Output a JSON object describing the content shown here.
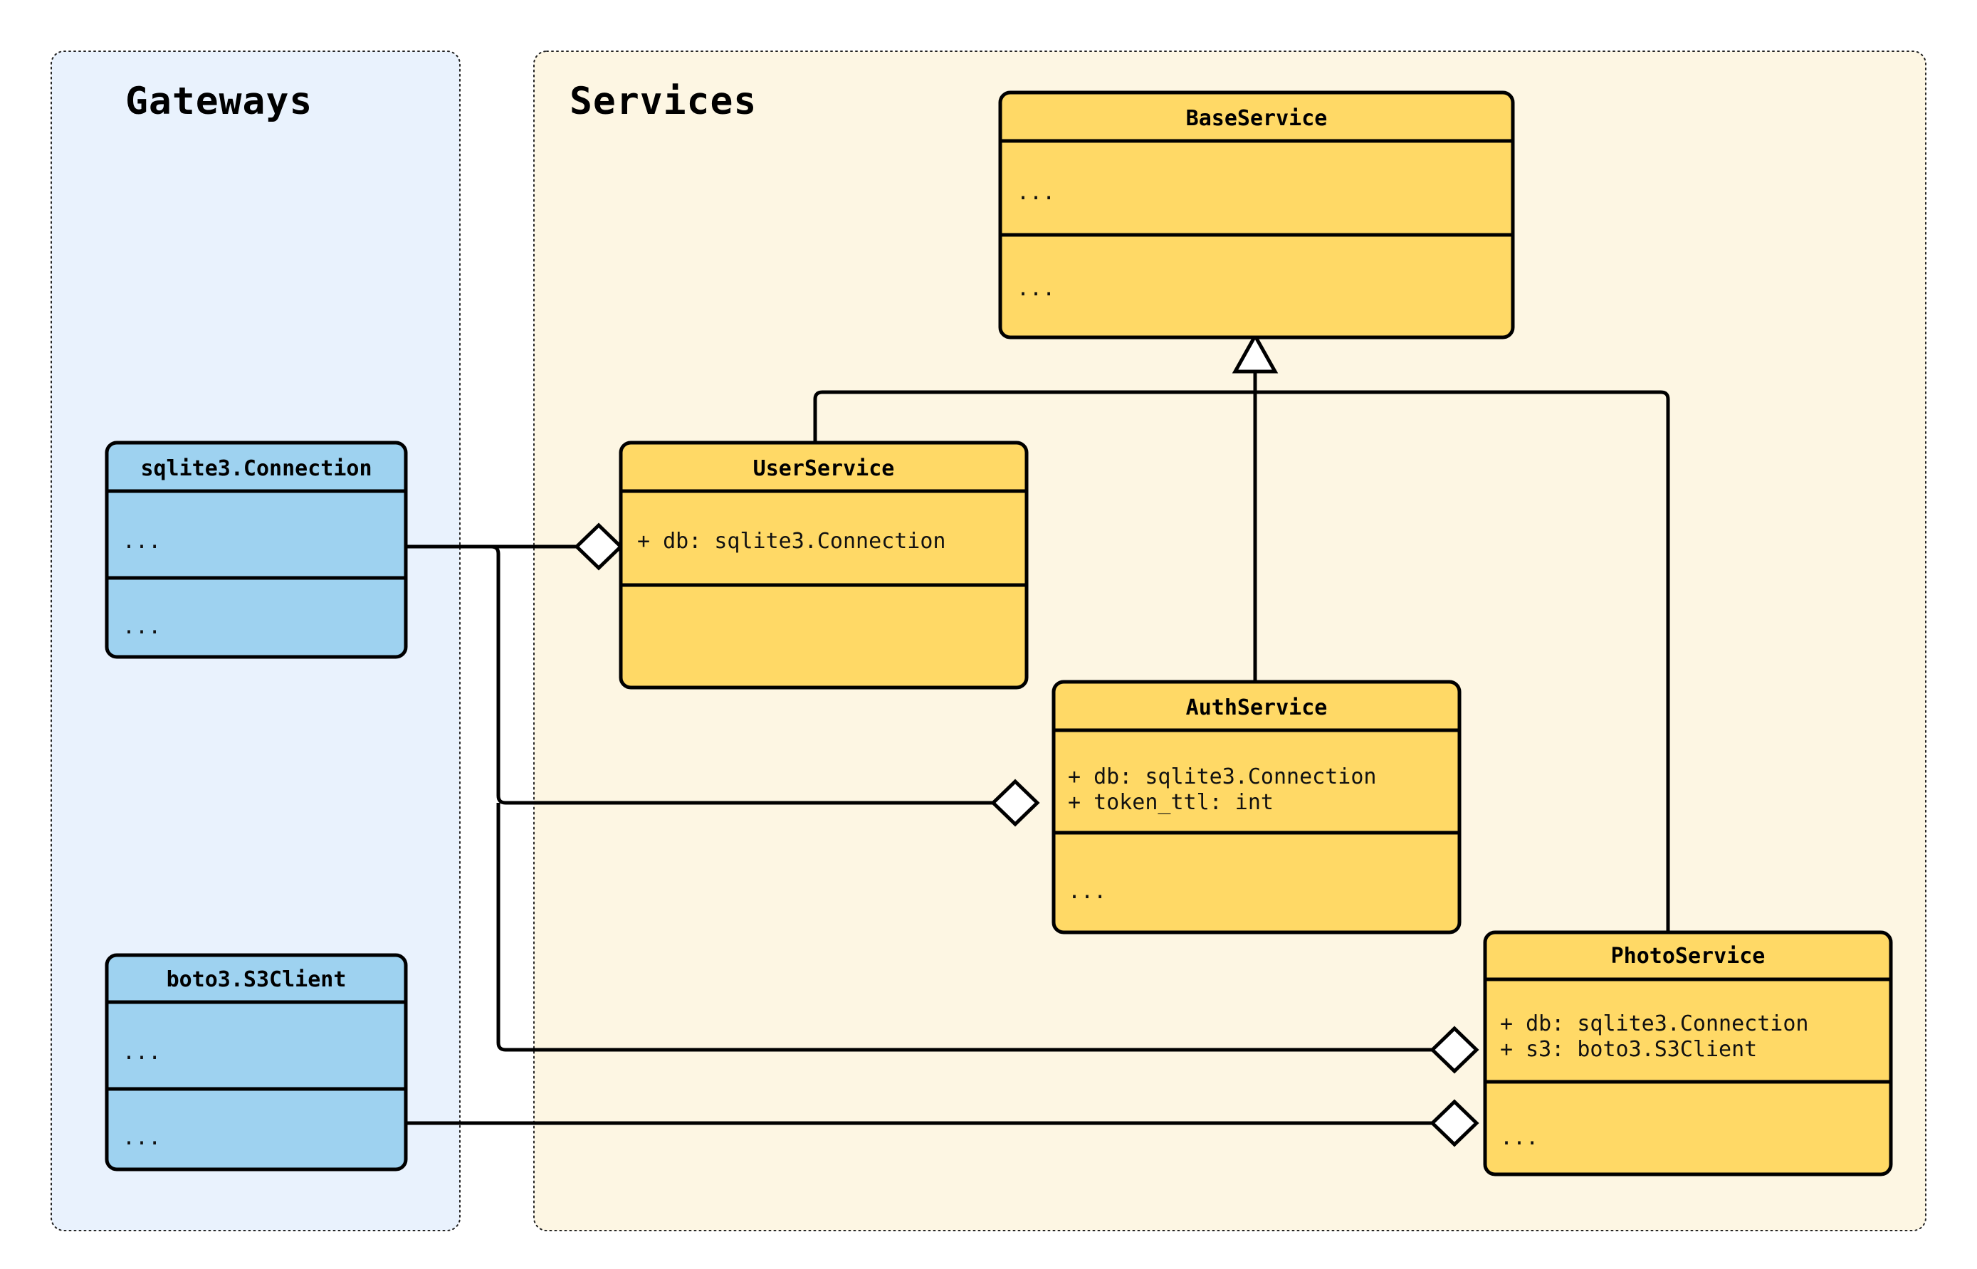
{
  "diagram": {
    "kind": "uml-class-diagram",
    "background": "#ffffff"
  },
  "packages": [
    {
      "id": "gateways",
      "title": "Gateways",
      "fill": "#e9f2fd",
      "stroke": "#222222"
    },
    {
      "id": "services",
      "title": "Services",
      "fill": "#fdf6e3",
      "stroke": "#222222"
    }
  ],
  "classes": [
    {
      "id": "base-service",
      "name": "BaseService",
      "package": "services",
      "fill": "#ffd966",
      "stroke": "#000000",
      "attributes": [
        "..."
      ],
      "methods": [
        "..."
      ]
    },
    {
      "id": "user-service",
      "name": "UserService",
      "package": "services",
      "fill": "#ffd966",
      "stroke": "#000000",
      "attributes": [
        "+ db: sqlite3.Connection"
      ],
      "methods": []
    },
    {
      "id": "auth-service",
      "name": "AuthService",
      "package": "services",
      "fill": "#ffd966",
      "stroke": "#000000",
      "attributes": [
        "+ db: sqlite3.Connection",
        "+ token_ttl: int"
      ],
      "methods": [
        "..."
      ]
    },
    {
      "id": "photo-service",
      "name": "PhotoService",
      "package": "services",
      "fill": "#ffd966",
      "stroke": "#000000",
      "attributes": [
        "+ db: sqlite3.Connection",
        "+ s3: boto3.S3Client"
      ],
      "methods": [
        "..."
      ]
    },
    {
      "id": "sqlite-connection",
      "name": "sqlite3.Connection",
      "package": "gateways",
      "fill": "#9ed2f0",
      "stroke": "#000000",
      "attributes": [
        "..."
      ],
      "methods": [
        "..."
      ]
    },
    {
      "id": "s3-client",
      "name": "boto3.S3Client",
      "package": "gateways",
      "fill": "#9ed2f0",
      "stroke": "#000000",
      "attributes": [
        "..."
      ],
      "methods": [
        "..."
      ]
    }
  ],
  "relationships": [
    {
      "id": "r1",
      "type": "inheritance",
      "from": "user-service",
      "to": "base-service",
      "marker": "hollow-triangle"
    },
    {
      "id": "r2",
      "type": "inheritance",
      "from": "auth-service",
      "to": "base-service",
      "marker": "hollow-triangle"
    },
    {
      "id": "r3",
      "type": "inheritance",
      "from": "photo-service",
      "to": "base-service",
      "marker": "hollow-triangle"
    },
    {
      "id": "r4",
      "type": "aggregation",
      "from": "sqlite-connection",
      "to": "user-service",
      "marker": "hollow-diamond"
    },
    {
      "id": "r5",
      "type": "aggregation",
      "from": "sqlite-connection",
      "to": "auth-service",
      "marker": "hollow-diamond"
    },
    {
      "id": "r6",
      "type": "aggregation",
      "from": "sqlite-connection",
      "to": "photo-service",
      "marker": "hollow-diamond"
    },
    {
      "id": "r7",
      "type": "aggregation",
      "from": "s3-client",
      "to": "photo-service",
      "marker": "hollow-diamond"
    }
  ]
}
